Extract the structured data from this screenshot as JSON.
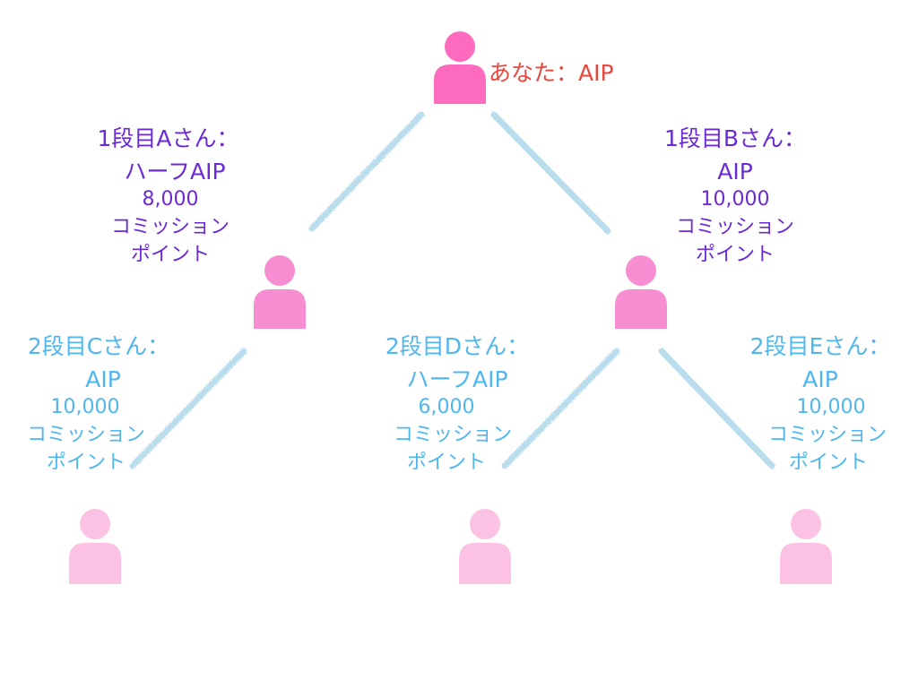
{
  "colors": {
    "root_person": "#fc6bbd",
    "level1_person": "#f88ed2",
    "level2_person": "#fcc2e4",
    "connector": "#b7dcee",
    "root_text": "#e8483f",
    "level1_text": "#6a2bd6",
    "level2_text": "#4fb6ee"
  },
  "root": {
    "icon": "person-icon",
    "label": "あなた：AIP"
  },
  "level1": [
    {
      "icon": "person-icon",
      "title": "1段目Aさん：",
      "plan": "ハーフAIP",
      "points": "8,000",
      "commission": "コミッション",
      "point_word": "ポイント"
    },
    {
      "icon": "person-icon",
      "title": "1段目Bさん：",
      "plan": "AIP",
      "points": "10,000",
      "commission": "コミッション",
      "point_word": "ポイント"
    }
  ],
  "level2": [
    {
      "icon": "person-icon",
      "title": "2段目Cさん：",
      "plan": "AIP",
      "points": "10,000",
      "commission": "コミッション",
      "point_word": "ポイント"
    },
    {
      "icon": "person-icon",
      "title": "2段目Dさん：",
      "plan": "ハーフAIP",
      "points": "6,000",
      "commission": "コミッション",
      "point_word": "ポイント"
    },
    {
      "icon": "person-icon",
      "title": "2段目Eさん：",
      "plan": "AIP",
      "points": "10,000",
      "commission": "コミッション",
      "point_word": "ポイント"
    }
  ]
}
